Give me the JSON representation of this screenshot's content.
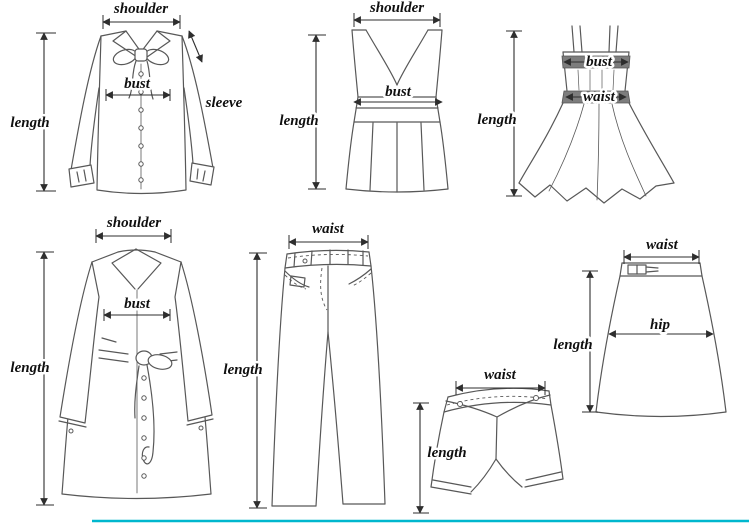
{
  "diagram": {
    "type": "clothing-measurement-guide",
    "accent_color": "#00b7ce",
    "line_color": "#585858",
    "label_color": "#101010",
    "garments": {
      "blouse": {
        "shoulder": "shoulder",
        "bust": "bust",
        "length": "length",
        "sleeve": "sleeve"
      },
      "tank": {
        "shoulder": "shoulder",
        "bust": "bust",
        "length": "length"
      },
      "dress": {
        "bust": "bust",
        "waist": "waist",
        "length": "length"
      },
      "coat": {
        "shoulder": "shoulder",
        "bust": "bust",
        "length": "length"
      },
      "pants": {
        "waist": "waist",
        "length": "length"
      },
      "shorts": {
        "waist": "waist",
        "length": "length"
      },
      "skirt": {
        "waist": "waist",
        "hip": "hip",
        "length": "length"
      }
    }
  }
}
